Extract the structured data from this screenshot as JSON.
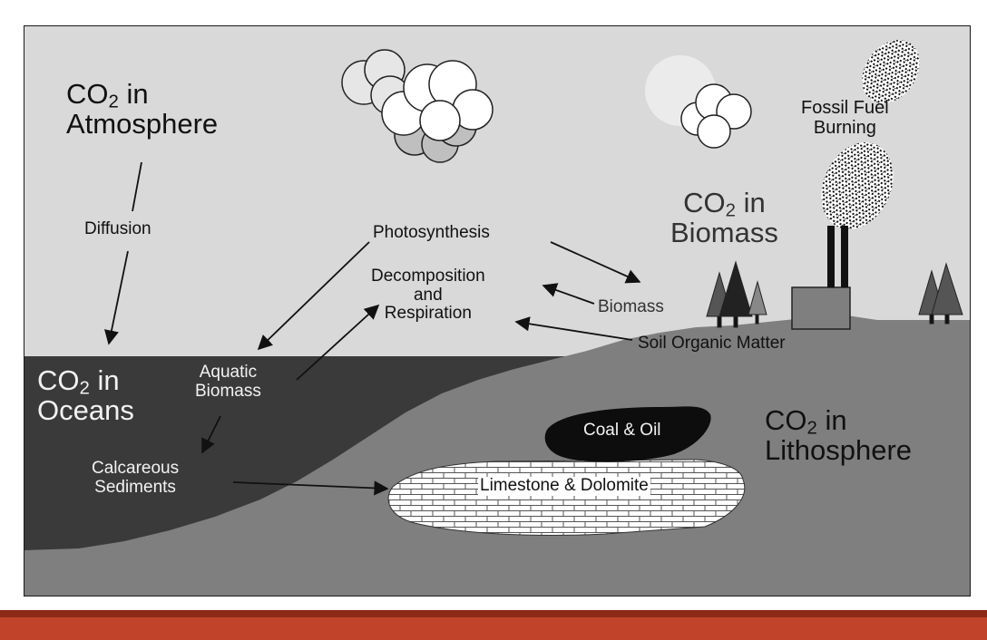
{
  "labels": {
    "atmosphere": {
      "line1_prefix": "CO",
      "line1_sub": "2",
      "line1_suffix": " in",
      "line2": "Atmosphere"
    },
    "biomass_pool": {
      "line1_prefix": "CO",
      "line1_sub": "2",
      "line1_suffix": " in",
      "line2": "Biomass"
    },
    "oceans": {
      "line1_prefix": "CO",
      "line1_sub": "2",
      "line1_suffix": " in",
      "line2": "Oceans"
    },
    "lithosphere": {
      "line1_prefix": "CO",
      "line1_sub": "2",
      "line1_suffix": " in",
      "line2": "Lithosphere"
    },
    "fossil_fuel": {
      "line1": "Fossil Fuel",
      "line2": "Burning"
    },
    "diffusion": "Diffusion",
    "photosynthesis": "Photosynthesis",
    "decomposition": {
      "line1": "Decomposition",
      "line2": "and",
      "line3": "Respiration"
    },
    "biomass": "Biomass",
    "soil": "Soil Organic Matter",
    "aquatic": {
      "line1": "Aquatic",
      "line2": "Biomass"
    },
    "calcareous": {
      "line1": "Calcareous",
      "line2": "Sediments"
    },
    "coal": "Coal & Oil",
    "limestone": "Limestone & Dolomite"
  },
  "colors": {
    "sky": "#d9d9d9",
    "ocean": "#3a3a3a",
    "land": "#7f7f7f",
    "footer_band": "#c0432a",
    "footer_band_dark": "#8c2a18"
  }
}
